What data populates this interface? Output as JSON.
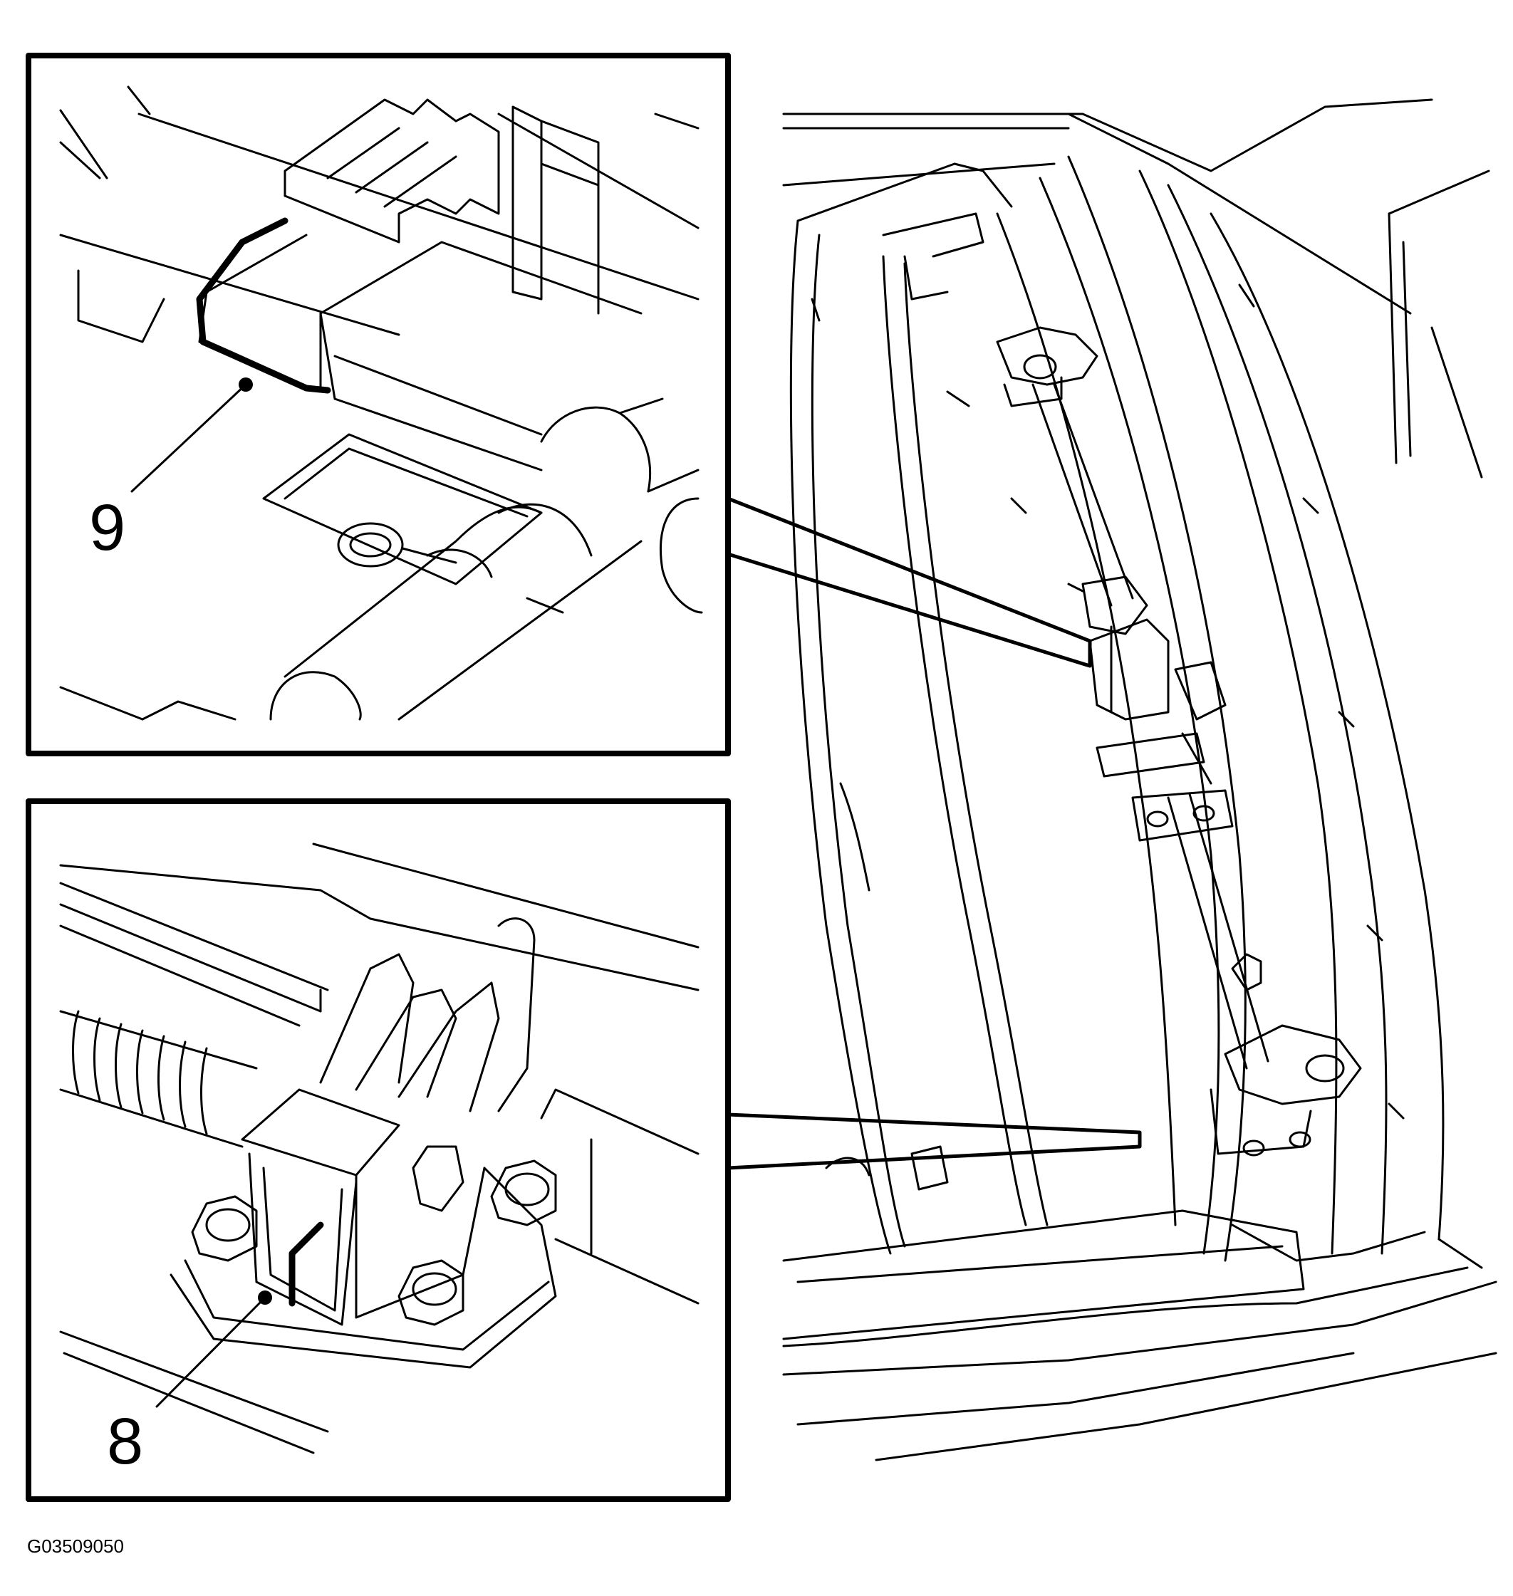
{
  "callouts": {
    "upper_inset": "9",
    "lower_inset": "8"
  },
  "figure_id": "G03509050",
  "colors": {
    "line": "#000000",
    "background": "#ffffff"
  }
}
